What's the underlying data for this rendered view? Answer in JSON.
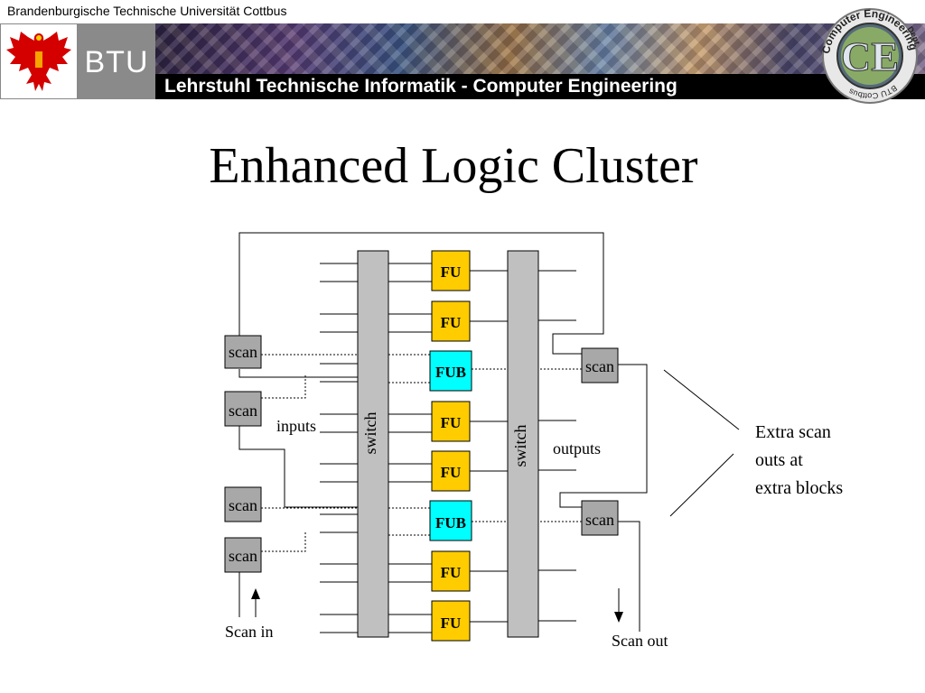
{
  "header": {
    "university": "Brandenburgische Technische Universität Cottbus",
    "btu": "BTU",
    "chair": "Lehrstuhl Technische Informatik - Computer Engineering",
    "logo": {
      "letters": "CE",
      "ring_top": "Computer Engineering",
      "ring_right": "Dept.",
      "ring_bottom": "BTU Cottbus"
    }
  },
  "slide": {
    "title": "Enhanced Logic Cluster"
  },
  "diagram": {
    "left_switch": "switch",
    "right_switch": "switch",
    "blocks": [
      "FU",
      "FU",
      "FUB",
      "FU",
      "FU",
      "FUB",
      "FU",
      "FU"
    ],
    "left_scans": [
      "scan",
      "scan",
      "scan",
      "scan"
    ],
    "right_scans": [
      "scan",
      "scan"
    ],
    "inputs": "inputs",
    "outputs": "outputs",
    "scan_in": "Scan in",
    "scan_out": "Scan out",
    "note": [
      "Extra scan",
      "outs at",
      "extra blocks"
    ],
    "colors": {
      "fu": "#ffcc00",
      "fub": "#00ffff",
      "switch": "#c0c0c0",
      "scan": "#a8a8a8"
    }
  }
}
